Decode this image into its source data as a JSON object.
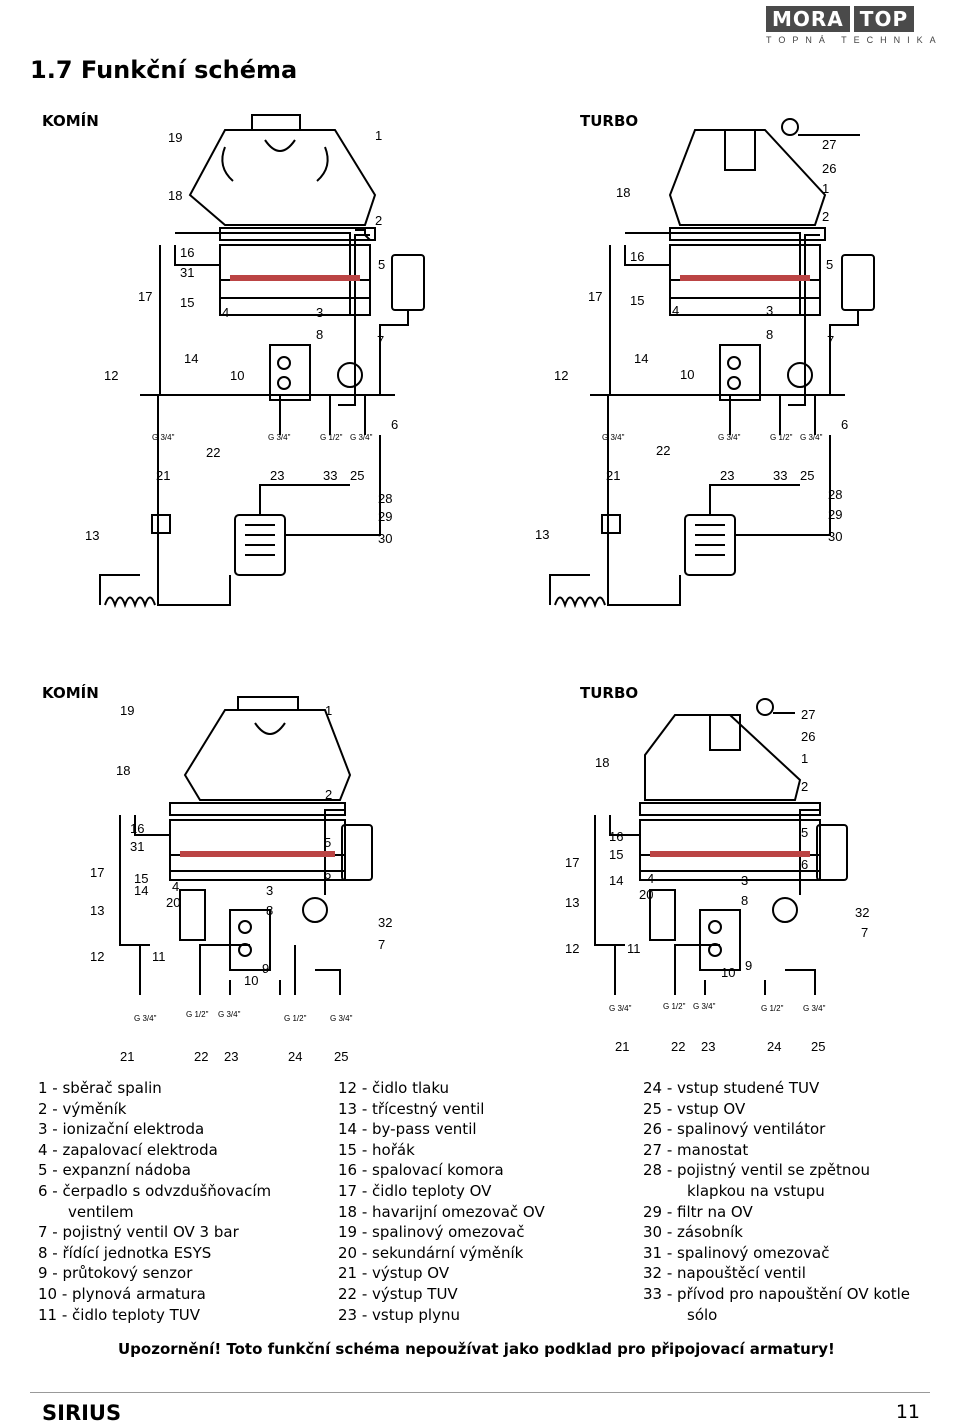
{
  "page": {
    "title": "1.7 Funkční schéma",
    "logo_main": "MORA",
    "logo_second": "TOP",
    "logo_sub": "TOPNÁ TECHNIKA"
  },
  "diagrams": {
    "kominA": {
      "label": "KOMÍN"
    },
    "turboA": {
      "label": "TURBO"
    },
    "kominB": {
      "label": "KOMÍN"
    },
    "turboB": {
      "label": "TURBO"
    },
    "thread_34": "G 3/4\"",
    "thread_12": "G 1/2\""
  },
  "legend": {
    "col1": [
      "1 - sběrač spalin",
      "2 - výměník",
      "3 - ionizační elektroda",
      "4 - zapalovací elektroda",
      "5 - expanzní nádoba",
      "6 - čerpadlo s odvzdušňovacím",
      "    ventilem",
      "7 - pojistný ventil OV 3 bar",
      "8 - řídící jednotka ESYS",
      "9 - průtokový senzor",
      "10 - plynová armatura",
      "11 - čidlo teploty TUV"
    ],
    "col2": [
      "12 - čidlo tlaku",
      "13 - třícestný ventil",
      "14 - by-pass ventil",
      "15 - hořák",
      "16 - spalovací komora",
      "17 - čidlo  teploty OV",
      "18 - havarijní omezovač OV",
      "19 - spalinový omezovač",
      "20 - sekundární výměník",
      "21 - výstup OV",
      "22 - výstup TUV",
      "23 - vstup plynu"
    ],
    "col3": [
      "24 - vstup studené TUV",
      "25 - vstup OV",
      "26 - spalinový ventilátor",
      "27 - manostat",
      "28 - pojistný ventil se zpětnou",
      "       klapkou na vstupu",
      "29 - filtr na OV",
      "30 - zásobník",
      "31 - spalinový omezovač",
      "32 - napouštěcí ventil",
      "33 - přívod pro napouštění OV kotle",
      "       sólo"
    ]
  },
  "warning": "Upozornění! Toto funkční schéma nepoužívat jako podklad pro připojovací armatury!",
  "footer": {
    "brand": "SIRIUS",
    "page": "11"
  }
}
